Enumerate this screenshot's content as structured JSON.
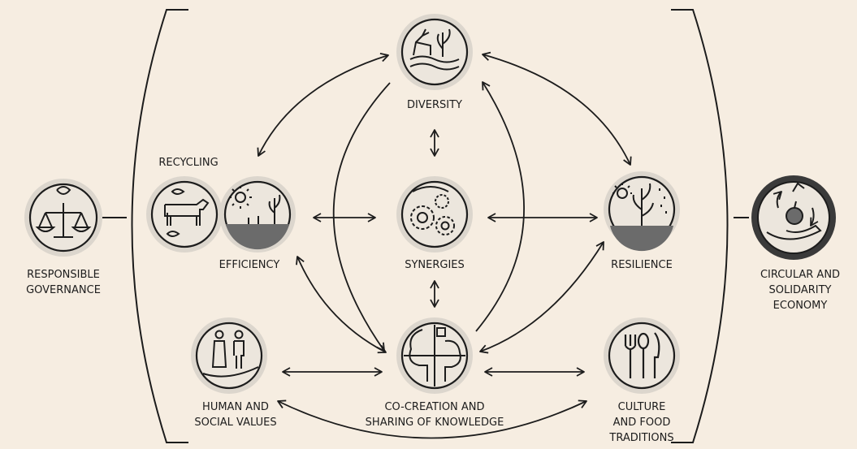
{
  "colors": {
    "background": "#f6ede1",
    "ink": "#1c1c1c",
    "soil": "#6b6b6b",
    "medallion_fill": "#ece6dd"
  },
  "nodes": {
    "diversity": {
      "label": "DIVERSITY",
      "icon": "wildlife-plant-icon"
    },
    "recycling": {
      "label": "RECYCLING",
      "icon": "cattle-recycling-icon"
    },
    "efficiency": {
      "label": "EFFICIENCY",
      "icon": "sun-seedling-icon"
    },
    "synergies": {
      "label": "SYNERGIES",
      "icon": "gears-icon"
    },
    "resilience": {
      "label": "RESILIENCE",
      "icon": "plant-rain-icon"
    },
    "human_social_values": {
      "line1": "HUMAN AND",
      "line2": "SOCIAL VALUES",
      "icon": "farmers-hand-icon"
    },
    "co_creation": {
      "line1": "CO-CREATION AND",
      "line2": "SHARING OF KNOWLEDGE",
      "icon": "tree-puzzle-icon"
    },
    "culture_food": {
      "line1": "CULTURE",
      "line2": "AND FOOD",
      "line3": "TRADITIONS",
      "icon": "fork-spoon-knife-icon"
    },
    "responsible_governance": {
      "line1": "RESPONSIBLE",
      "line2": "GOVERNANCE",
      "icon": "scales-icon"
    },
    "circular_solidarity": {
      "line1": "CIRCULAR AND",
      "line2": "SOLIDARITY",
      "line3": "ECONOMY",
      "icon": "hand-apple-cycle-icon"
    }
  }
}
